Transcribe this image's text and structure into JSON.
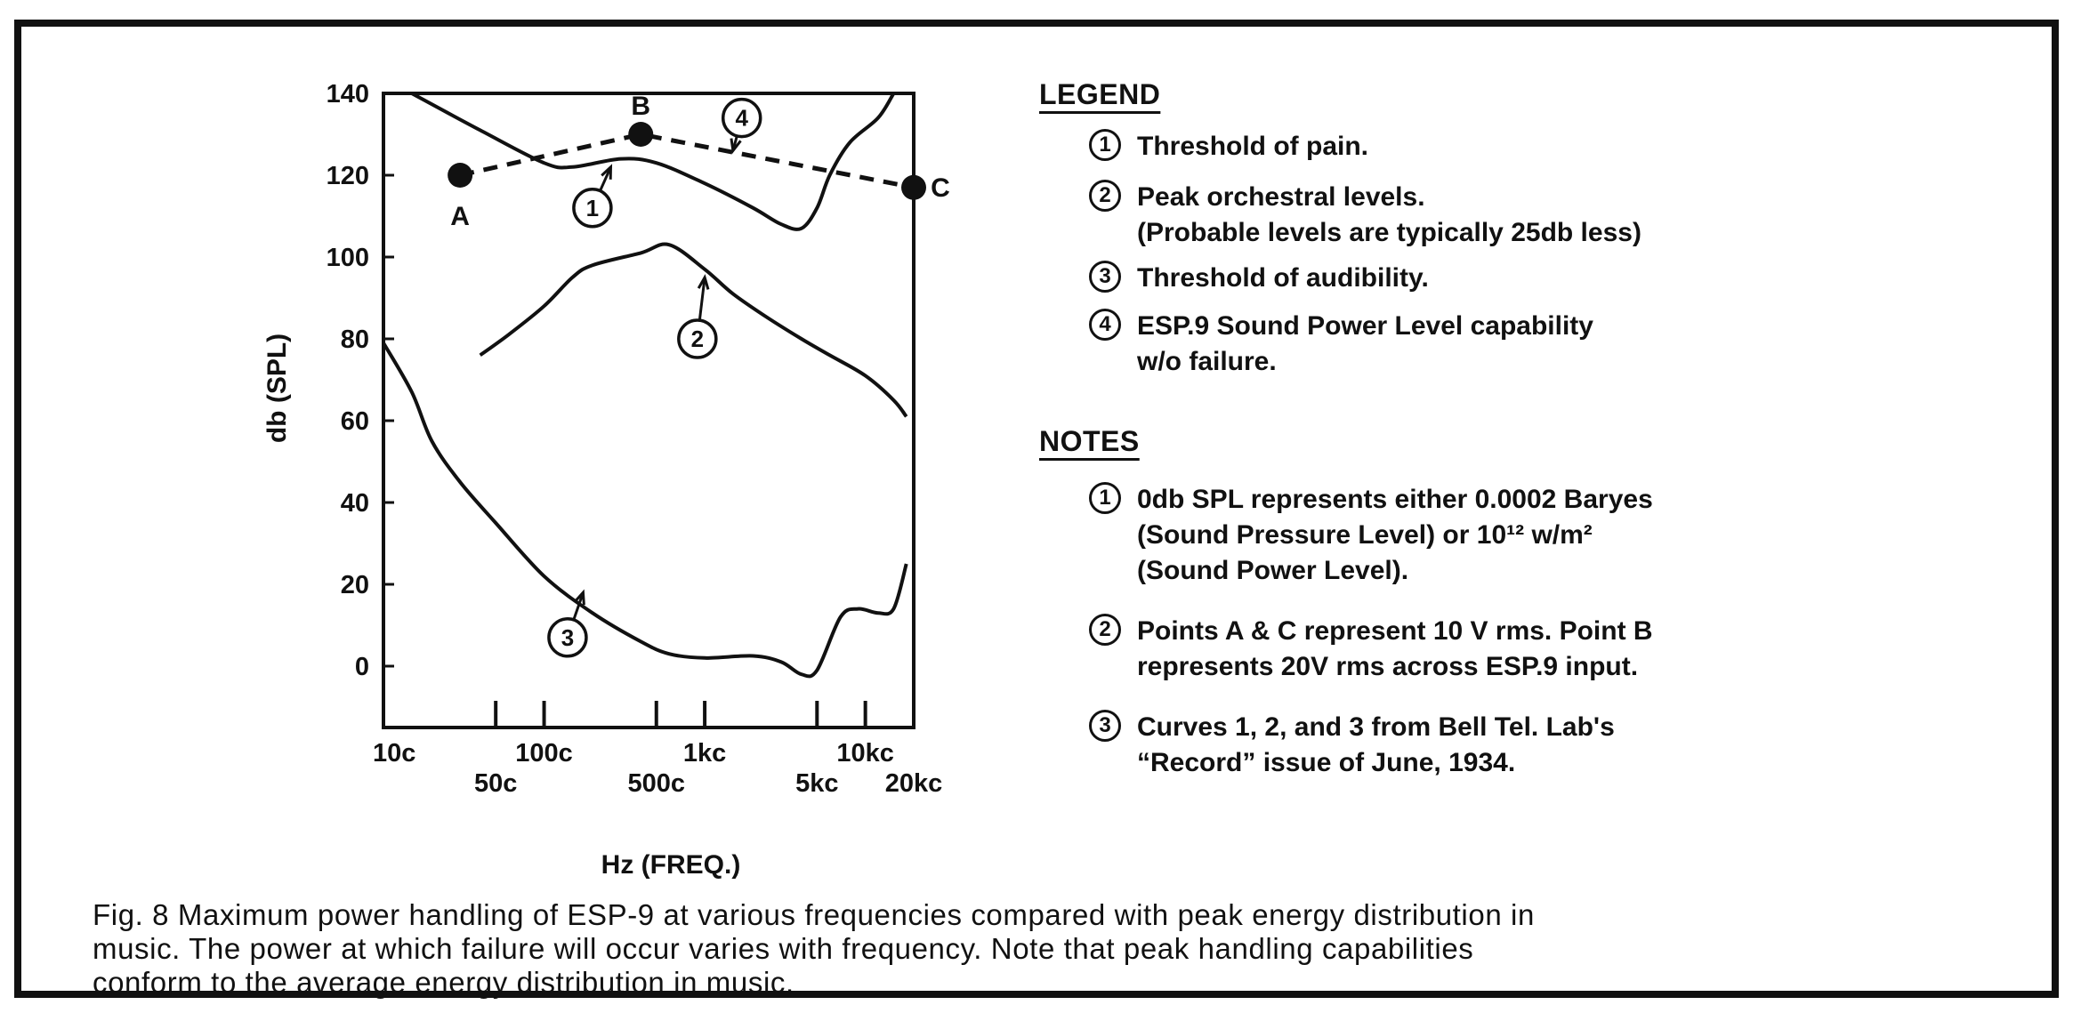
{
  "chart_data": {
    "type": "line",
    "ylabel": "db (SPL)",
    "xlabel": "Hz (FREQ.)",
    "x_scale": "log",
    "ylim": [
      -15,
      140
    ],
    "xlim_hz": [
      10,
      20000
    ],
    "y_ticks": [
      0,
      20,
      40,
      60,
      80,
      100,
      120,
      140
    ],
    "y_tick_labels": [
      "0",
      "20",
      "40",
      "60",
      "80",
      "100",
      "120",
      "140"
    ],
    "x_ticks": [
      {
        "hz": 10,
        "label": "10c",
        "row": "upper"
      },
      {
        "hz": 50,
        "label": "50c",
        "row": "lower"
      },
      {
        "hz": 100,
        "label": "100c",
        "row": "upper"
      },
      {
        "hz": 500,
        "label": "500c",
        "row": "lower"
      },
      {
        "hz": 1000,
        "label": "1kc",
        "row": "upper"
      },
      {
        "hz": 5000,
        "label": "5kc",
        "row": "lower"
      },
      {
        "hz": 10000,
        "label": "10kc",
        "row": "upper"
      },
      {
        "hz": 20000,
        "label": "20kc",
        "row": "lower"
      }
    ],
    "series": [
      {
        "id": "1",
        "style": "solid",
        "label_hz": 200,
        "label_y": 112,
        "arrow_to_hz": 260,
        "arrow_to_y": 122,
        "points": [
          [
            15,
            140
          ],
          [
            40,
            131
          ],
          [
            100,
            123
          ],
          [
            150,
            122
          ],
          [
            300,
            124
          ],
          [
            500,
            123
          ],
          [
            1000,
            118
          ],
          [
            2000,
            112
          ],
          [
            3000,
            108
          ],
          [
            4000,
            107
          ],
          [
            5000,
            112
          ],
          [
            6000,
            120
          ],
          [
            8000,
            128
          ],
          [
            12000,
            134
          ],
          [
            15000,
            140
          ]
        ]
      },
      {
        "id": "2",
        "style": "solid",
        "label_hz": 900,
        "label_y": 80,
        "arrow_to_hz": 1000,
        "arrow_to_y": 95,
        "points": [
          [
            40,
            76
          ],
          [
            60,
            81
          ],
          [
            100,
            88
          ],
          [
            150,
            95
          ],
          [
            200,
            98
          ],
          [
            400,
            101
          ],
          [
            600,
            103
          ],
          [
            1000,
            97
          ],
          [
            1500,
            91
          ],
          [
            2500,
            85
          ],
          [
            4000,
            80
          ],
          [
            6000,
            76
          ],
          [
            10000,
            71
          ],
          [
            15000,
            65
          ],
          [
            18000,
            61
          ]
        ]
      },
      {
        "id": "3",
        "style": "solid",
        "label_hz": 140,
        "label_y": 7,
        "arrow_to_hz": 175,
        "arrow_to_y": 18,
        "points": [
          [
            10,
            79
          ],
          [
            15,
            67
          ],
          [
            20,
            55
          ],
          [
            30,
            45
          ],
          [
            50,
            35
          ],
          [
            100,
            22
          ],
          [
            200,
            13
          ],
          [
            400,
            6
          ],
          [
            600,
            3
          ],
          [
            1000,
            2
          ],
          [
            2000,
            2.5
          ],
          [
            3000,
            1
          ],
          [
            4000,
            -2
          ],
          [
            5000,
            -1
          ],
          [
            7000,
            12
          ],
          [
            9000,
            14
          ],
          [
            12000,
            13
          ],
          [
            15000,
            14
          ],
          [
            18000,
            25
          ]
        ]
      },
      {
        "id": "4",
        "style": "dashed",
        "label_hz": 1700,
        "label_y": 134,
        "arrow_to_hz": 1500,
        "arrow_to_y": 126,
        "points": [
          [
            30,
            120
          ],
          [
            400,
            130
          ],
          [
            20000,
            117
          ]
        ]
      }
    ],
    "points_labeled": [
      {
        "name": "A",
        "hz": 30,
        "y": 120,
        "label_dx": 0,
        "label_dy": 1
      },
      {
        "name": "B",
        "hz": 400,
        "y": 130,
        "label_dx": 0,
        "label_dy": -1
      },
      {
        "name": "C",
        "hz": 20000,
        "y": 117,
        "label_dx": 1,
        "label_dy": 0
      }
    ]
  },
  "legend": {
    "title": "LEGEND",
    "items": [
      {
        "num": "1",
        "lines": [
          "Threshold of pain."
        ]
      },
      {
        "num": "2",
        "lines": [
          "Peak orchestral levels.",
          "(Probable levels are typically 25db less)"
        ]
      },
      {
        "num": "3",
        "lines": [
          "Threshold of audibility."
        ]
      },
      {
        "num": "4",
        "lines": [
          "ESP.9  Sound Power Level capability",
          " w/o  failure."
        ]
      }
    ]
  },
  "notes": {
    "title": "NOTES",
    "items": [
      {
        "num": "1",
        "lines": [
          "0db SPL represents either 0.0002 Baryes",
          "(Sound Pressure Level) or 10¹² w/m²",
          "(Sound Power Level)."
        ]
      },
      {
        "num": "2",
        "lines": [
          "Points  A & C represent 10 V rms. Point B",
          "represents 20V rms across ESP.9  input."
        ]
      },
      {
        "num": "3",
        "lines": [
          " Curves  1, 2, and 3 from Bell Tel. Lab's",
          "“Record” issue of June, 1934."
        ]
      }
    ]
  },
  "caption": {
    "lines": [
      "Fig. 8  Maximum power handling of ESP-9 at various frequencies compared with peak energy distribution in",
      "music.  The power at which failure will occur varies with frequency.  Note that peak handling capabilities",
      "conform to the average energy distribution in music."
    ]
  }
}
